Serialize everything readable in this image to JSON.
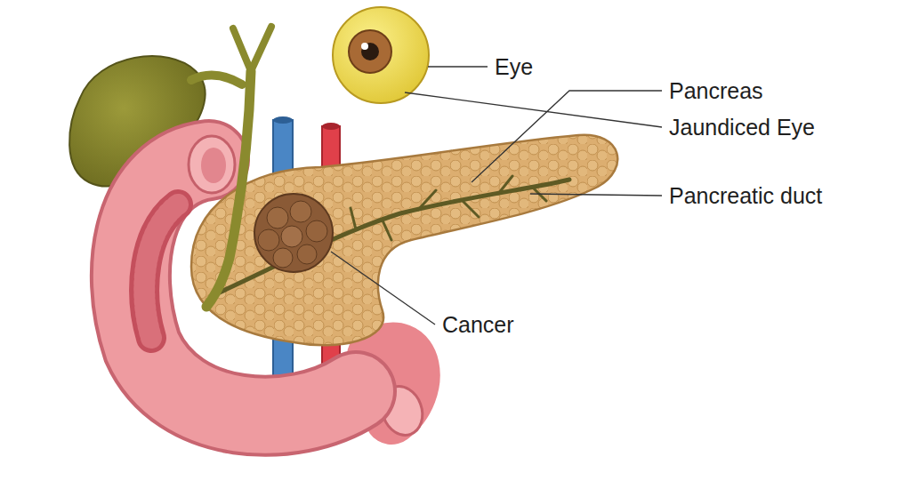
{
  "diagram": {
    "labels": [
      "Eye",
      "Pancreas",
      "Jaundiced Eye",
      "Pancreatic duct",
      "Cancer"
    ]
  }
}
